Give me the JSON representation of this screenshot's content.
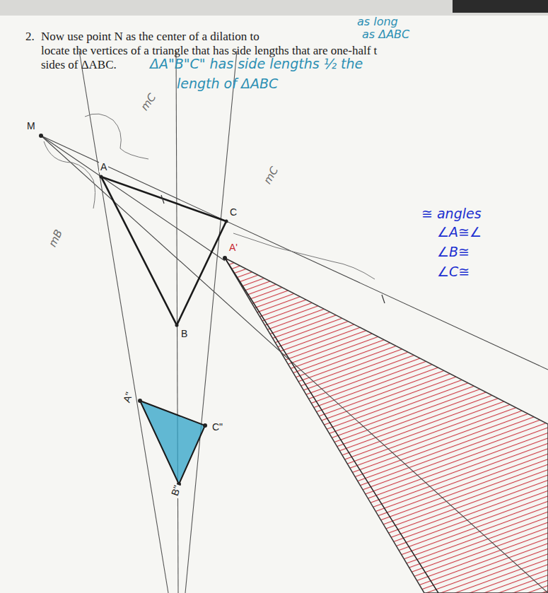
{
  "diagram": {
    "labels": [
      "as long",
      "as ΔABC",
      "2.",
      "Now use point N as the center of a dilation to",
      "locate the vertices of a triangle that has side lengths that are one-half t",
      "sides of ΔABC.",
      "ΔA\"B\"C\" has side lengths ½ the",
      "length of ΔABC",
      "M",
      "A",
      "C",
      "B",
      "A'",
      "A\"",
      "C\"",
      "B\"",
      "mC",
      "mC",
      "mB",
      "≅ angles",
      "∠A≅∠",
      "∠B≅",
      "∠C≅"
    ]
  }
}
